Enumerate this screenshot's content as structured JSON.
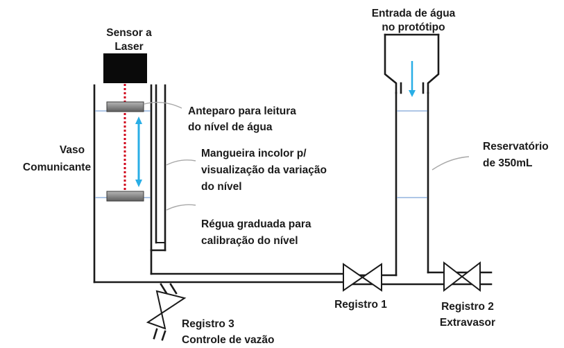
{
  "labels": {
    "sensor_line1": "Sensor a",
    "sensor_line2": "Laser",
    "inlet_line1": "Entrada de água",
    "inlet_line2": "no protótipo",
    "target_line1": "Anteparo para leitura",
    "target_line2": "do nível de água",
    "vessel_line1": "Vaso",
    "vessel_line2": "Comunicante",
    "hose_line1": "Mangueira incolor p/",
    "hose_line2": "visualização da variação",
    "hose_line3": "do nível",
    "reservoir_line1": "Reservatório",
    "reservoir_line2": "de 350mL",
    "ruler_line1": "Régua graduada para",
    "ruler_line2": "calibração do nível",
    "valve1_line1": "Registro 1",
    "valve2_line1": "Registro 2",
    "valve2_line2": "Extravasor",
    "valve3_line1": "Registro 3",
    "valve3_line2": "Controle de vazão"
  },
  "colors": {
    "outline": "#1a1a1a",
    "laser_beam": "#d0021b",
    "level_arrow": "#29aee6",
    "water_line": "#7da3d8",
    "target_plate": "#8c8c8c",
    "leader_line": "#a8a8a8",
    "background": "#ffffff"
  }
}
